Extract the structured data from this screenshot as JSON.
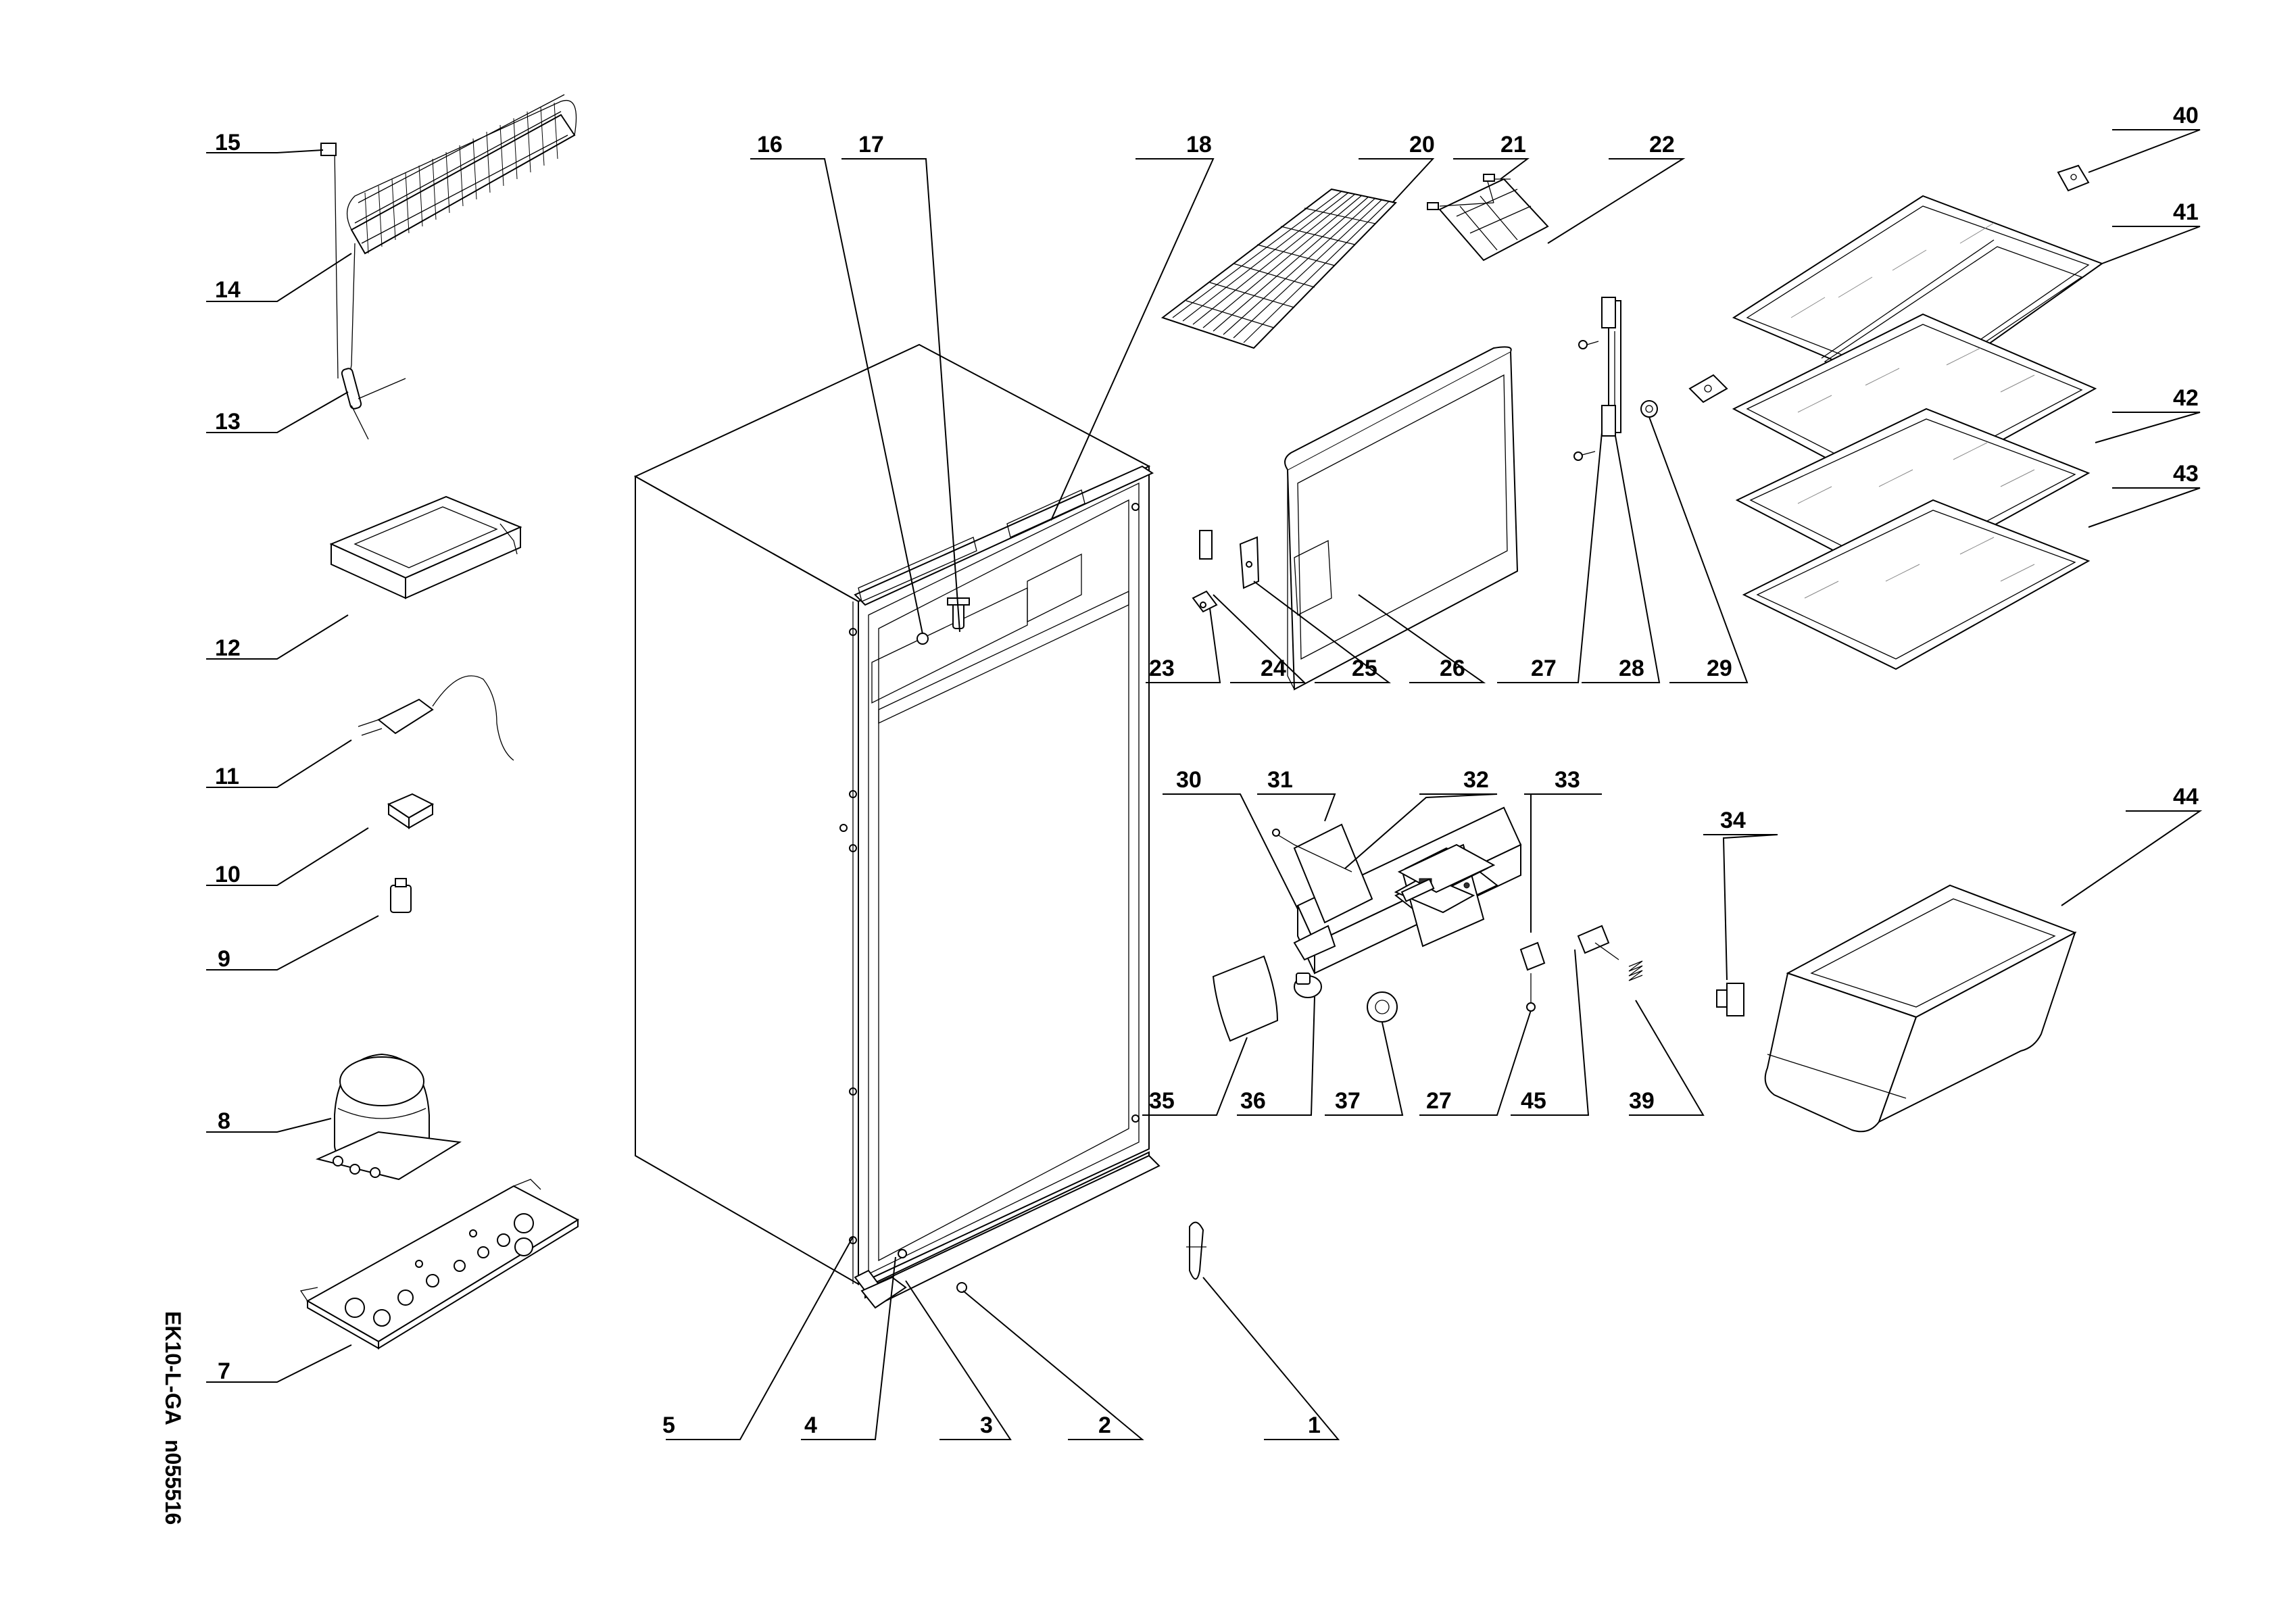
{
  "model": "EK10-L-GA",
  "code": "n055516",
  "labels": {
    "l1": "1",
    "l2": "2",
    "l3": "3",
    "l4": "4",
    "l5": "5",
    "l7": "7",
    "l8": "8",
    "l9": "9",
    "l10": "10",
    "l11": "11",
    "l12": "12",
    "l13": "13",
    "l14": "14",
    "l15": "15",
    "l16": "16",
    "l17": "17",
    "l18": "18",
    "l20": "20",
    "l21": "21",
    "l22": "22",
    "l23": "23",
    "l24": "24",
    "l25": "25",
    "l26": "26",
    "l27a": "27",
    "l28": "28",
    "l29": "29",
    "l30": "30",
    "l31": "31",
    "l32": "32",
    "l33": "33",
    "l34": "34",
    "l35": "35",
    "l36": "36",
    "l37": "37",
    "l27b": "27",
    "l45": "45",
    "l39": "39",
    "l40": "40",
    "l41": "41",
    "l42": "42",
    "l43": "43",
    "l44": "44"
  }
}
